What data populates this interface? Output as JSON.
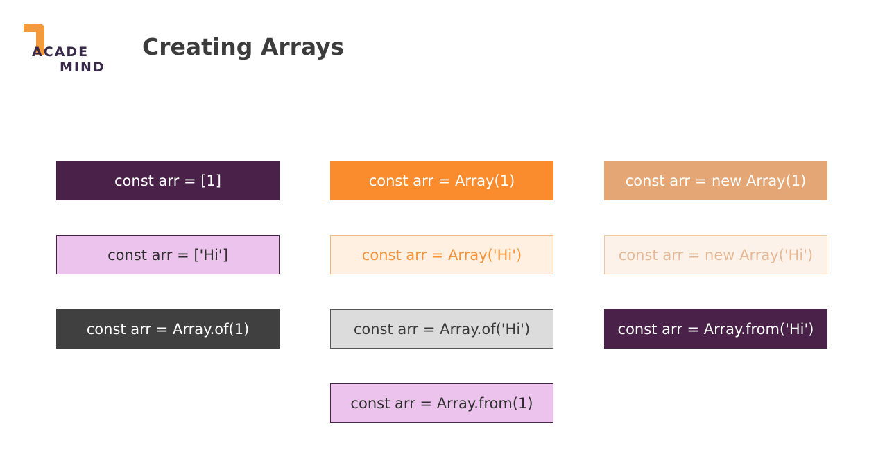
{
  "logo": {
    "line1": "ACADE",
    "line2": "MIND",
    "color": "#3a2a4a",
    "accent": "#f39a3c"
  },
  "title": "Creating Arrays",
  "cards": {
    "literal_1": "const arr = [1]",
    "literal_hi": "const arr = ['Hi']",
    "of_1": "const arr = Array.of(1)",
    "array_1": "const arr = Array(1)",
    "array_hi": "const arr = Array('Hi')",
    "of_hi": "const arr = Array.of('Hi')",
    "from_1": "const arr = Array.from(1)",
    "new_array_1": "const arr = new Array(1)",
    "new_array_hi": "const arr = new Array('Hi')",
    "from_hi": "const arr = Array.from('Hi')"
  },
  "colors": {
    "dark_purple": "#4a2148",
    "light_purple": "#ebc3ec",
    "charcoal": "#404040",
    "orange": "#fa8c2e",
    "light_orange": "#fff0e1",
    "grey": "#dcdcdc",
    "tan": "#e4a675",
    "pale_tan": "#fdf2ea"
  }
}
